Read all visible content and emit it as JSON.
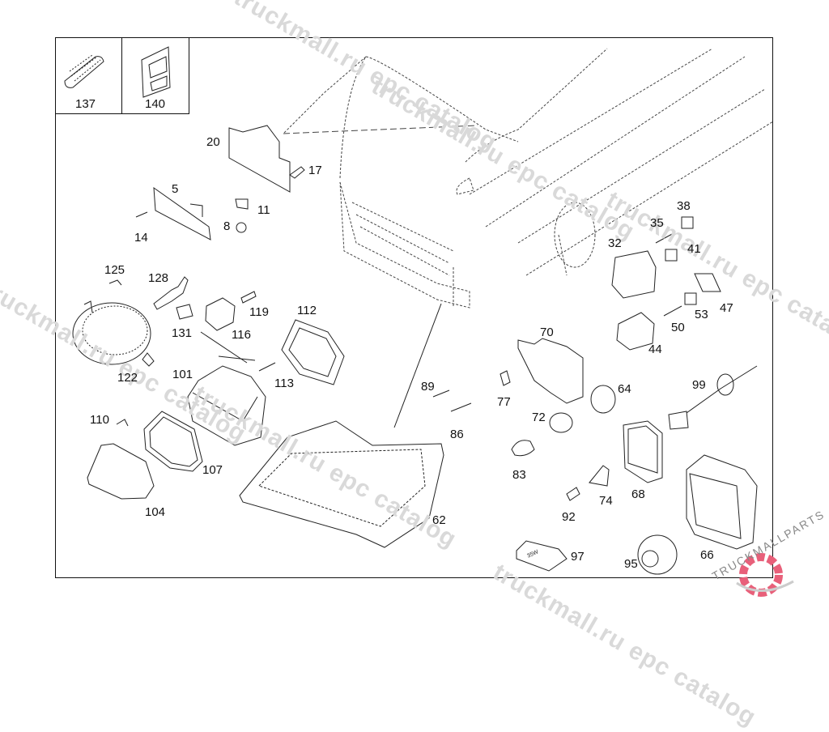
{
  "diagram": {
    "title": "Lighting parts exploded view",
    "inset_parts": [
      {
        "label": "137",
        "icon": "grommet-icon"
      },
      {
        "label": "140",
        "icon": "clip-icon"
      }
    ],
    "callouts": {
      "p5": "5",
      "p8": "8",
      "p11": "11",
      "p14": "14",
      "p17": "17",
      "p20": "20",
      "p32": "32",
      "p35": "35",
      "p38": "38",
      "p41": "41",
      "p44": "44",
      "p47": "47",
      "p50": "50",
      "p53": "53",
      "p62": "62",
      "p64": "64",
      "p66": "66",
      "p68": "68",
      "p70": "70",
      "p72": "72",
      "p74": "74",
      "p77": "77",
      "p83": "83",
      "p86": "86",
      "p89": "89",
      "p92": "92",
      "p95": "95",
      "p97": "97",
      "p99": "99",
      "p101": "101",
      "p104": "104",
      "p107": "107",
      "p110": "110",
      "p112": "112",
      "p113": "113",
      "p116": "116",
      "p119": "119",
      "p122": "122",
      "p125": "125",
      "p128": "128",
      "p131": "131"
    },
    "bulb_label": "35W"
  },
  "watermark": {
    "text": "truckmall.ru epc catalog",
    "brand": "TRUCKMALLPARTS",
    "brand_color": "#e8607a"
  }
}
